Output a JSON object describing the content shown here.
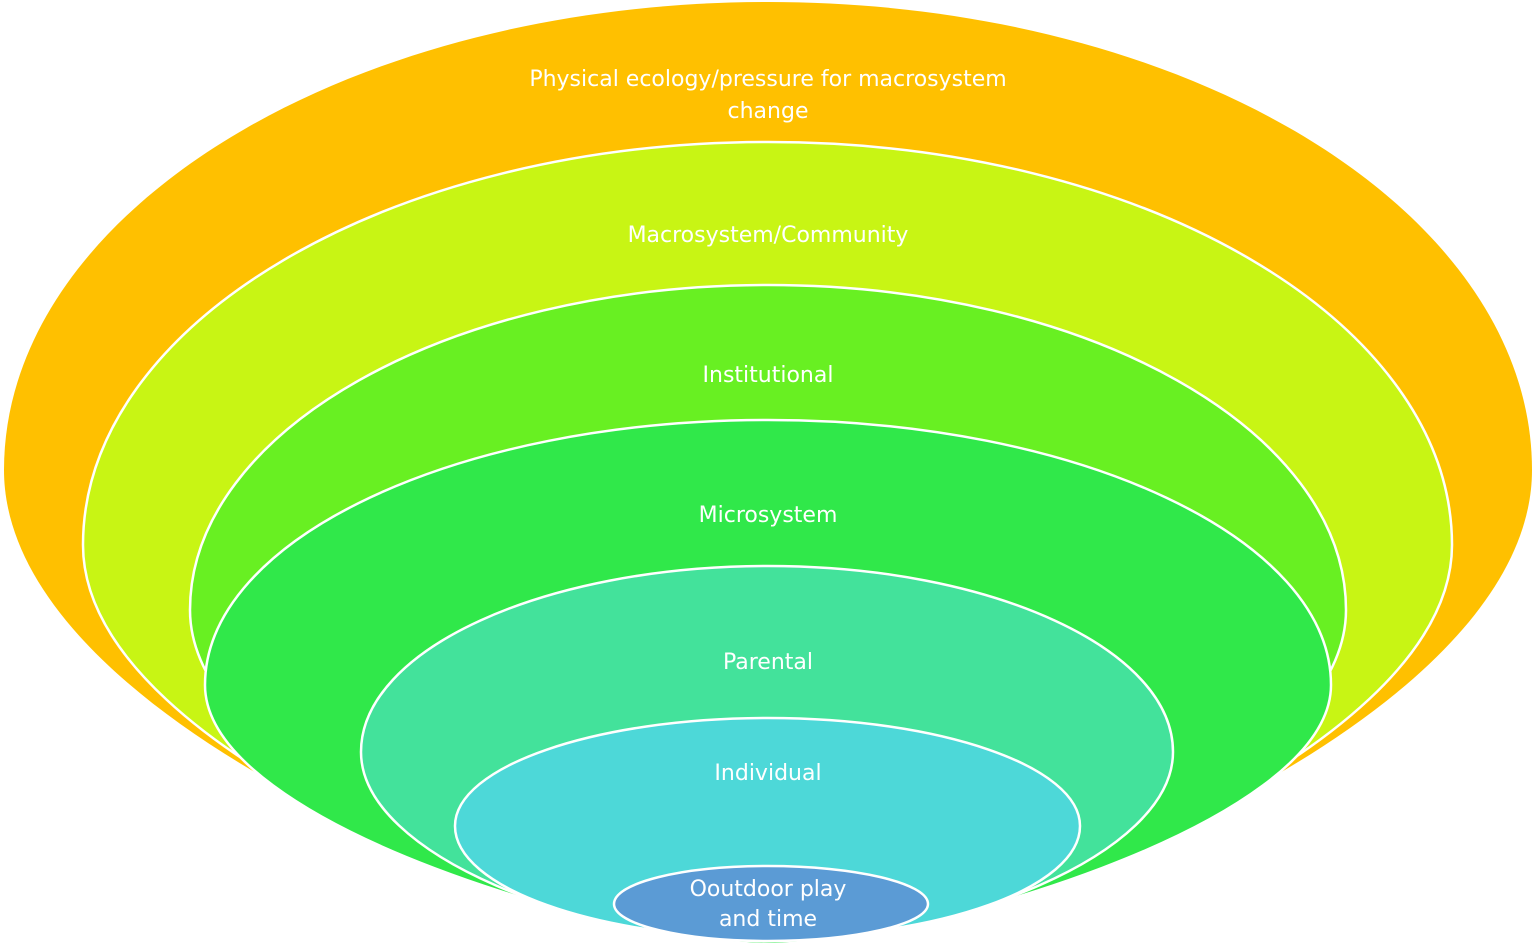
{
  "diagram": {
    "type": "nested-ecological-model",
    "layers": [
      {
        "id": "physical-ecology",
        "label_lines": [
          "Physical ecology/pressure for macrosystem",
          "change"
        ],
        "color": "#FFC000"
      },
      {
        "id": "macrosystem-community",
        "label_lines": [
          "Macrosystem/Community"
        ],
        "color": "#C8F514"
      },
      {
        "id": "institutional",
        "label_lines": [
          "Institutional"
        ],
        "color": "#68F022"
      },
      {
        "id": "microsystem",
        "label_lines": [
          "Microsystem"
        ],
        "color": "#30E84A"
      },
      {
        "id": "parental",
        "label_lines": [
          "Parental"
        ],
        "color": "#43E29B"
      },
      {
        "id": "individual",
        "label_lines": [
          "Individual"
        ],
        "color": "#4DD8D8"
      },
      {
        "id": "outdoor-play",
        "label_lines": [
          "Ooutdoor play",
          "and time"
        ],
        "color": "#5B9BD5"
      }
    ],
    "stroke_color": "#FFFFFF",
    "text_color": "#FFFFFF"
  }
}
